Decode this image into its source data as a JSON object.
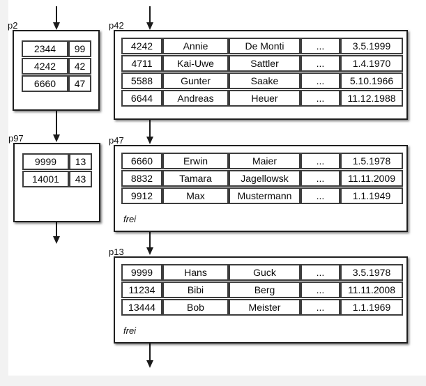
{
  "palette": {
    "background": "#f2f2f2",
    "page_background": "#ffffff",
    "box_border": "#1f1f1f",
    "table_border": "#3d3d3d",
    "arrow": "#1a1a1a",
    "text": "#0a0a0a"
  },
  "pages": [
    {
      "label": "p2",
      "kind": "index-page",
      "rows": [
        [
          "2344",
          "99"
        ],
        [
          "4242",
          "42"
        ],
        [
          "6660",
          "47"
        ]
      ],
      "footer": ""
    },
    {
      "label": "p42",
      "kind": "data-page",
      "rows": [
        [
          "4242",
          "Annie",
          "De Monti",
          "...",
          "3.5.1999"
        ],
        [
          "4711",
          "Kai-Uwe",
          "Sattler",
          "...",
          "1.4.1970"
        ],
        [
          "5588",
          "Gunter",
          "Saake",
          "...",
          "5.10.1966"
        ],
        [
          "6644",
          "Andreas",
          "Heuer",
          "...",
          "11.12.1988"
        ]
      ],
      "footer": ""
    },
    {
      "label": "p97",
      "kind": "index-page",
      "rows": [
        [
          "9999",
          "13"
        ],
        [
          "14001",
          "43"
        ]
      ],
      "footer": ""
    },
    {
      "label": "p47",
      "kind": "data-page",
      "rows": [
        [
          "6660",
          "Erwin",
          "Maier",
          "...",
          "1.5.1978"
        ],
        [
          "8832",
          "Tamara",
          "Jagellowsk",
          "...",
          "11.11.2009"
        ],
        [
          "9912",
          "Max",
          "Mustermann",
          "...",
          "1.1.1949"
        ]
      ],
      "footer": "frei"
    },
    {
      "label": "p13",
      "kind": "data-page",
      "rows": [
        [
          "9999",
          "Hans",
          "Guck",
          "...",
          "3.5.1978"
        ],
        [
          "11234",
          "Bibi",
          "Berg",
          "...",
          "11.11.2008"
        ],
        [
          "13444",
          "Bob",
          "Meister",
          "...",
          "1.1.1969"
        ]
      ],
      "footer": "frei"
    }
  ],
  "edges": [
    {
      "from": "above",
      "to": "p2"
    },
    {
      "from": "above",
      "to": "p42"
    },
    {
      "from": "p2",
      "to": "p97"
    },
    {
      "from": "p42",
      "to": "p47"
    },
    {
      "from": "p97",
      "to": "below"
    },
    {
      "from": "p47",
      "to": "p13"
    },
    {
      "from": "p13",
      "to": "below"
    }
  ]
}
